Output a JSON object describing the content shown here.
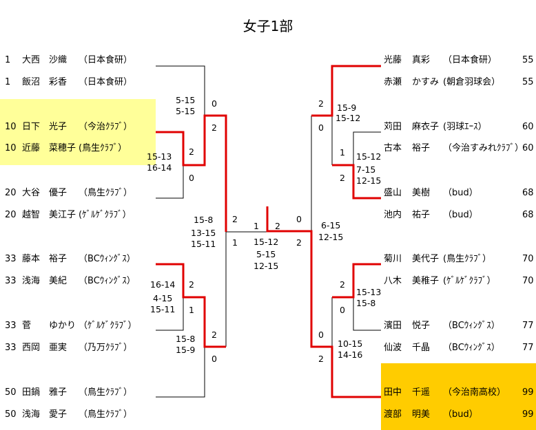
{
  "title": "女子1部",
  "colors": {
    "winner_line": "#e00000",
    "highlight_left": "#ffff99",
    "highlight_right": "#ffcc00"
  },
  "left_players": [
    {
      "seed": "1",
      "family": "大西",
      "given": "沙織",
      "club": "（日本食研）"
    },
    {
      "seed": "1",
      "family": "飯沼",
      "given": "彩香",
      "club": "（日本食研）"
    },
    {
      "seed": "10",
      "family": "日下",
      "given": "光子",
      "club": "（今治ｸﾗﾌﾞ）"
    },
    {
      "seed": "10",
      "family": "近藤",
      "given": "菜穂子",
      "club": "(鳥生ｸﾗﾌﾞ）"
    },
    {
      "seed": "20",
      "family": "大谷",
      "given": "優子",
      "club": "（鳥生ｸﾗﾌﾞ）"
    },
    {
      "seed": "20",
      "family": "越智",
      "given": "美江子",
      "club": "(ｹﾞﾙｹﾞｸﾗﾌﾞ）"
    },
    {
      "seed": "33",
      "family": "藤本",
      "given": "裕子",
      "club": "（BCｳｨﾝｸﾞｽ）"
    },
    {
      "seed": "33",
      "family": "浅海",
      "given": "美紀",
      "club": "（BCｳｨﾝｸﾞｽ）"
    },
    {
      "seed": "33",
      "family": "菅",
      "given": "ゆかり",
      "club": "（ｹﾞﾙｹﾞｸﾗﾌﾞ）"
    },
    {
      "seed": "33",
      "family": "西岡",
      "given": "亜実",
      "club": "（乃万ｸﾗﾌﾞ）"
    },
    {
      "seed": "50",
      "family": "田鍋",
      "given": "雅子",
      "club": "（鳥生ｸﾗﾌﾞ）"
    },
    {
      "seed": "50",
      "family": "浅海",
      "given": "愛子",
      "club": "（鳥生ｸﾗﾌﾞ）"
    }
  ],
  "right_players": [
    {
      "family": "光藤",
      "given": "真彩",
      "club": "（日本食研）",
      "seed": "55"
    },
    {
      "family": "赤瀬",
      "given": "かすみ",
      "club": "(朝倉羽球会）",
      "seed": "55"
    },
    {
      "family": "苅田",
      "given": "麻衣子",
      "club": "(羽球ｴｰｽ）",
      "seed": "60"
    },
    {
      "family": "古本",
      "given": "裕子",
      "club": "（今治すみれｸﾗﾌﾞ）",
      "seed": "60"
    },
    {
      "family": "盛山",
      "given": "美樹",
      "club": "（bud）",
      "seed": "68"
    },
    {
      "family": "池内",
      "given": "祐子",
      "club": "（bud）",
      "seed": "68"
    },
    {
      "family": "菊川",
      "given": "美代子",
      "club": "(鳥生ｸﾗﾌﾞ）",
      "seed": "70"
    },
    {
      "family": "八木",
      "given": "美稚子",
      "club": "(ｹﾞﾙｹﾞｸﾗﾌﾞ）",
      "seed": "70"
    },
    {
      "family": "濱田",
      "given": "悦子",
      "club": "（BCｳｨﾝｸﾞｽ）",
      "seed": "77"
    },
    {
      "family": "仙波",
      "given": "千晶",
      "club": "（BCｳｨﾝｸﾞｽ）",
      "seed": "77"
    },
    {
      "family": "田中",
      "given": "千遥",
      "club": "（今治南高校）",
      "seed": "99"
    },
    {
      "family": "渡部",
      "given": "明美",
      "club": "（bud）",
      "seed": "99"
    }
  ],
  "scores": [
    "5-15",
    "5-15",
    "0",
    "2",
    "2",
    "15-13",
    "16-14",
    "0",
    "15-8",
    "13-15",
    "15-11",
    "2",
    "1",
    "1",
    "2",
    "0",
    "2",
    "15-12",
    "5-15",
    "12-15",
    "6-15",
    "12-15",
    "16-14",
    "4-15",
    "15-11",
    "2",
    "1",
    "15-8",
    "15-9",
    "2",
    "0",
    "2",
    "0",
    "15-9",
    "15-12",
    "1",
    "2",
    "15-12",
    "7-15",
    "12-15",
    "2",
    "0",
    "15-13",
    "15-8",
    "0",
    "2",
    "10-15",
    "14-16"
  ]
}
